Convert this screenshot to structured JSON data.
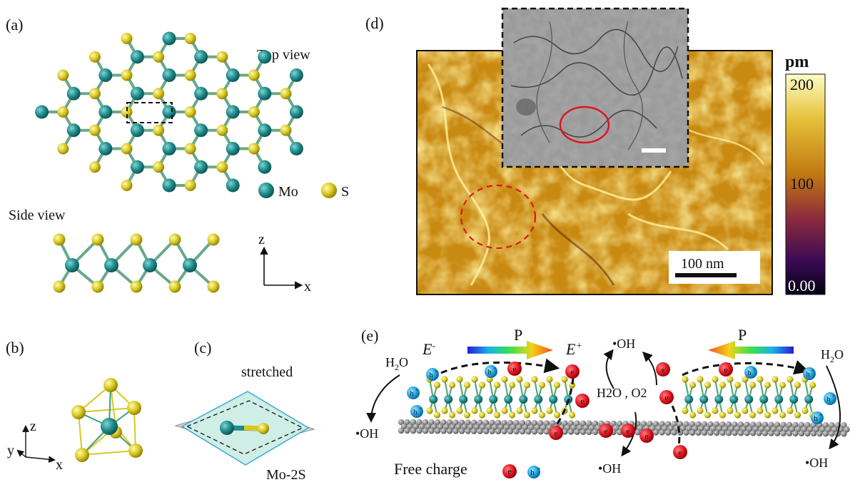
{
  "panels": {
    "a": {
      "label": "(a)",
      "top_view": "Top view",
      "side_view": "Side view",
      "legend": {
        "mo": "Mo",
        "s": "S"
      },
      "axes": {
        "z": "z",
        "x": "x"
      }
    },
    "b": {
      "label": "(b)",
      "axes": {
        "z": "z",
        "y": "y",
        "x": "x"
      }
    },
    "c": {
      "label": "(c)",
      "stretched": "stretched",
      "caption": "Mo-2S"
    },
    "d": {
      "label": "(d)",
      "colorbar": {
        "unit": "pm",
        "max": "200",
        "mid": "100",
        "min": "0.00"
      },
      "scalebar": "100 nm"
    },
    "e": {
      "label": "(e)",
      "e_minus": "E",
      "e_minus_sup": "-",
      "e_plus": "E",
      "e_plus_sup": "+",
      "p_label": "P",
      "h2o": "H",
      "h2o_sub": "2",
      "h2o_end": "O",
      "oh": "•OH",
      "h2o_o2": "H2O , O2",
      "free_charge": "Free charge",
      "electron": "e",
      "hole": "h",
      "hole_sup": "+"
    }
  },
  "colors": {
    "mo": "#1f8a8a",
    "s": "#d8c820",
    "electron": "#e0141e",
    "hole": "#1ea0dc",
    "afm_base": "#c98a12"
  }
}
